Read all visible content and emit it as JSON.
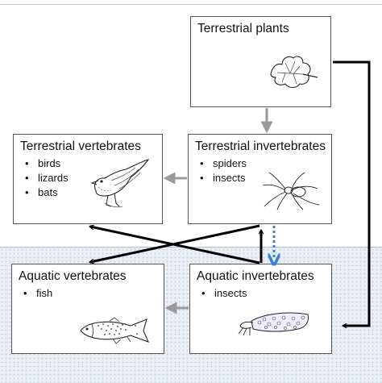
{
  "nodes": {
    "terrestrial_plants": {
      "title": "Terrestrial plants",
      "items": []
    },
    "terrestrial_vertebrates": {
      "title": "Terrestrial vertebrates",
      "items": [
        "birds",
        "lizards",
        "bats"
      ]
    },
    "terrestrial_invertebrates": {
      "title": "Terrestrial invertebrates",
      "items": [
        "spiders",
        "insects"
      ]
    },
    "aquatic_vertebrates": {
      "title": "Aquatic vertebrates",
      "items": [
        "fish"
      ]
    },
    "aquatic_invertebrates": {
      "title": "Aquatic invertebrates",
      "items": [
        "insects"
      ]
    }
  },
  "colors": {
    "grey_arrow": "#9a9a9a",
    "black_arrow": "#000000",
    "blue_dotted_arrow": "#3b7fd0",
    "water_bg": "#e9eff4"
  },
  "icons": [
    "leaf-icon",
    "bird-icon",
    "spider-icon",
    "fish-icon",
    "caddisfly-larva-icon"
  ]
}
